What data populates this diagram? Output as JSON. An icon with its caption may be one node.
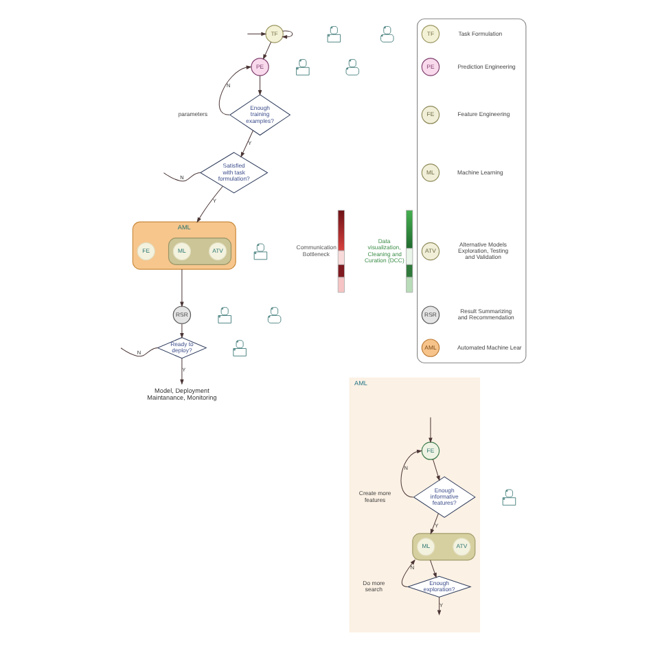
{
  "diagram": {
    "nodes": [
      {
        "text": [
          "TF"
        ]
      },
      {
        "text": [
          "PE"
        ]
      },
      {
        "text": [
          "Enough training examples?"
        ]
      },
      {
        "text": [
          "Satisfied with task formulation?"
        ]
      },
      {
        "text": [
          "AML"
        ]
      },
      {
        "text": [
          "FE"
        ],
        "in": 4
      },
      {
        "text": [],
        "shape": "box",
        "in": 4
      },
      {
        "text": [
          "ML"
        ],
        "in": 6
      },
      {
        "text": [
          "ATV"
        ],
        "in": 6
      },
      {
        "text": [
          "RSR"
        ]
      },
      {
        "text": [
          "Ready to deploy?"
        ]
      },
      {
        "text": [
          "Model, Deployment Maintanance, Monitoring"
        ]
      },
      {
        "text": [],
        "shape": "person"
      },
      {
        "text": [],
        "shape": "person"
      },
      {
        "text": [],
        "shape": "person"
      },
      {
        "text": [],
        "shape": "person"
      },
      {
        "text": [],
        "shape": "person"
      },
      {
        "text": [],
        "shape": "person"
      },
      {
        "text": [],
        "shape": "person"
      },
      {
        "text": [],
        "shape": "person"
      },
      {
        "text": [],
        "shape": "bar",
        "beside": [
          "Communication Bottleneck"
        ]
      },
      {
        "text": [],
        "shape": "bar",
        "beside": [
          "Data visualization, Cleaning and Curation (DCC)"
        ]
      },
      {
        "text": [],
        "shape": "box"
      },
      {
        "text": [
          "TF"
        ],
        "in": 22,
        "beside": [
          "Task Formulation"
        ]
      },
      {
        "text": [
          "PE"
        ],
        "in": 22,
        "beside": [
          "Prediction Engineering"
        ]
      },
      {
        "text": [
          "FE"
        ],
        "in": 22,
        "beside": [
          "Feature Engineering"
        ]
      },
      {
        "text": [
          "ML"
        ],
        "in": 22,
        "beside": [
          "Machine Learning"
        ]
      },
      {
        "text": [
          "ATV"
        ],
        "in": 22,
        "beside": [
          "Alternative Models Exploration, Testing and Validation"
        ]
      },
      {
        "text": [
          "RSR"
        ],
        "in": 22,
        "beside": [
          "Result Summarizing and Recommendation"
        ]
      },
      {
        "text": [
          "AML"
        ],
        "in": 22,
        "beside": [
          "Automated Machine Lear"
        ]
      },
      {
        "text": [
          "AML"
        ]
      },
      {
        "text": [
          "FE"
        ],
        "in": 30
      },
      {
        "text": [
          "Enough informative features?"
        ],
        "in": 30
      },
      {
        "text": [],
        "shape": "box",
        "in": 30
      },
      {
        "text": [
          "ML"
        ],
        "in": 33
      },
      {
        "text": [
          "ATV"
        ],
        "in": 33
      },
      {
        "text": [
          "Enough exploration?"
        ],
        "in": 30
      },
      {
        "text": [],
        "shape": "person"
      }
    ],
    "edges": [
      {
        "from": null,
        "to": 0,
        "arrow": "to"
      },
      {
        "from": 0,
        "to": 0,
        "arrow": "to"
      },
      {
        "from": 0,
        "to": 1,
        "arrow": "to"
      },
      {
        "from": 1,
        "to": 2,
        "arrow": "to"
      },
      {
        "from": 2,
        "to": 1,
        "arrow": "to",
        "label": "N"
      },
      {
        "from": 2,
        "to": 3,
        "arrow": "to",
        "label": "Y"
      },
      {
        "from": 3,
        "to": null,
        "arrow": "none",
        "label": "N"
      },
      {
        "from": 3,
        "to": 4,
        "arrow": "to",
        "label": "Y"
      },
      {
        "from": 4,
        "to": 9,
        "arrow": "to"
      },
      {
        "from": 9,
        "to": 10,
        "arrow": "to"
      },
      {
        "from": 10,
        "to": null,
        "arrow": "none",
        "label": "N"
      },
      {
        "from": 10,
        "to": 11,
        "arrow": "to",
        "label": "Y"
      },
      {
        "from": null,
        "to": 31,
        "arrow": "to"
      },
      {
        "from": 31,
        "to": 32,
        "arrow": "to"
      },
      {
        "from": 32,
        "to": 31,
        "arrow": "to",
        "label": "N"
      },
      {
        "from": 32,
        "to": 33,
        "arrow": "to",
        "label": "Y"
      },
      {
        "from": 33,
        "to": 36,
        "arrow": "to"
      },
      {
        "from": 36,
        "to": 33,
        "arrow": "to",
        "label": "N"
      },
      {
        "from": 36,
        "to": null,
        "arrow": "to",
        "label": "Y"
      }
    ],
    "labels": [
      "parameters",
      "Create more features",
      "Do more search"
    ]
  }
}
